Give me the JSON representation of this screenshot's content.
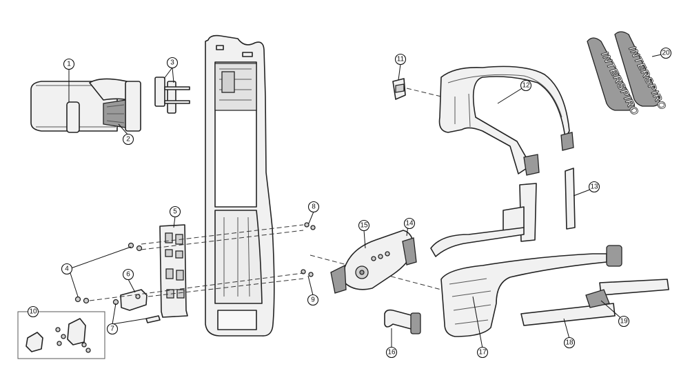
{
  "callouts": {
    "c1": "1",
    "c2": "2",
    "c3": "3",
    "c4": "4",
    "c5": "5",
    "c6": "6",
    "c7": "7",
    "c8": "8",
    "c9": "9",
    "c10": "10",
    "c11": "11",
    "c12": "12",
    "c13": "13",
    "c14": "14",
    "c15": "15",
    "c16": "16",
    "c17": "17",
    "c18": "18",
    "c19": "19",
    "c20": "20"
  },
  "brand_pads": {
    "pad_left": "INTERSPIRO",
    "pad_right": "INTERSPIRO"
  }
}
